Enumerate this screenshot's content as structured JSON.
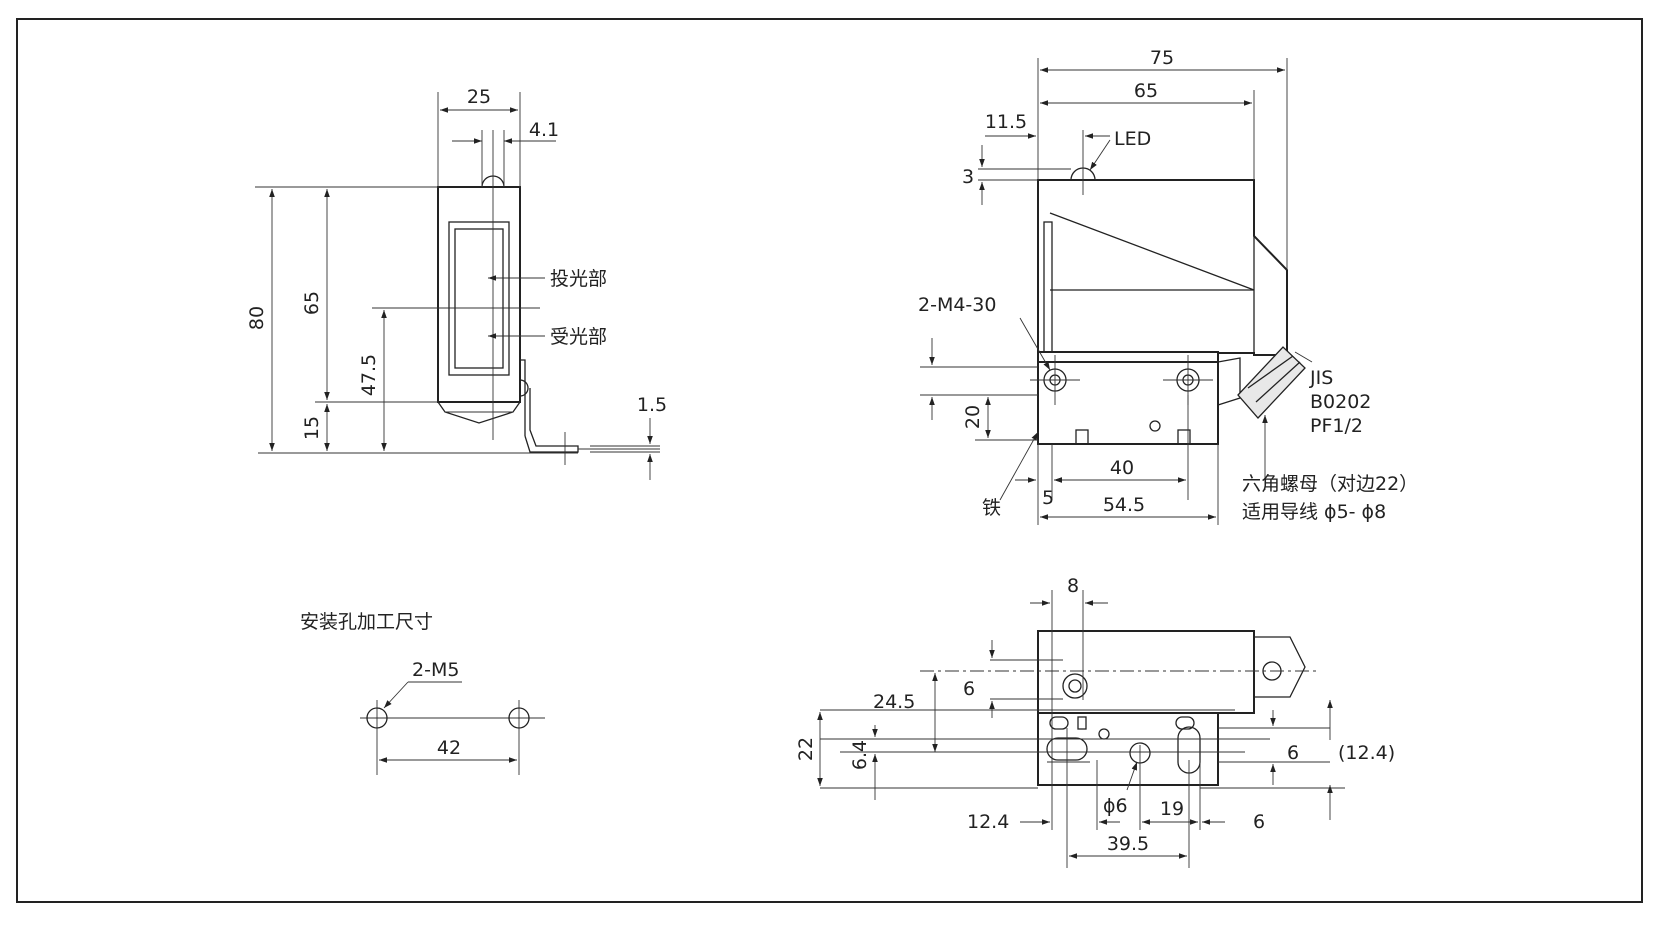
{
  "front_view": {
    "dim_width": "25",
    "dim_led_offset": "4.1",
    "dim_total_height": "80",
    "dim_body_height": "65",
    "dim_axis_height": "47.5",
    "dim_bottom": "15",
    "dim_bracket": "1.5",
    "label_emitter": "投光部",
    "label_receiver": "受光部"
  },
  "side_view": {
    "dim_total_length": "75",
    "dim_body_length": "65",
    "dim_led_pos": "11.5",
    "label_led": "LED",
    "dim_led_height": "3",
    "label_screw": "2-M4-30",
    "dim_hole_height": "20",
    "dim_hole_spacing": "40",
    "dim_offset": "5",
    "dim_base_length": "54.5",
    "label_iron": "铁",
    "label_jis_1": "JIS",
    "label_jis_2": "B0202",
    "label_jis_3": "PF1/2",
    "label_nut": "六角螺母（对边22）",
    "label_cable": "适用导线 ϕ5- ϕ8"
  },
  "mounting": {
    "title": "安装孔加工尺寸",
    "label_holes": "2-M5",
    "dim_spacing": "42"
  },
  "top_view": {
    "dim_8": "8",
    "dim_6_left": "6",
    "dim_24_5": "24.5",
    "dim_22": "22",
    "dim_6_4": "6.4",
    "dim_6_right": "6",
    "dim_12_4_paren": "(12.4)",
    "dim_phi6": "ϕ6",
    "dim_19": "19",
    "dim_12_4": "12.4",
    "dim_6_bottom": "6",
    "dim_39_5": "39.5"
  }
}
